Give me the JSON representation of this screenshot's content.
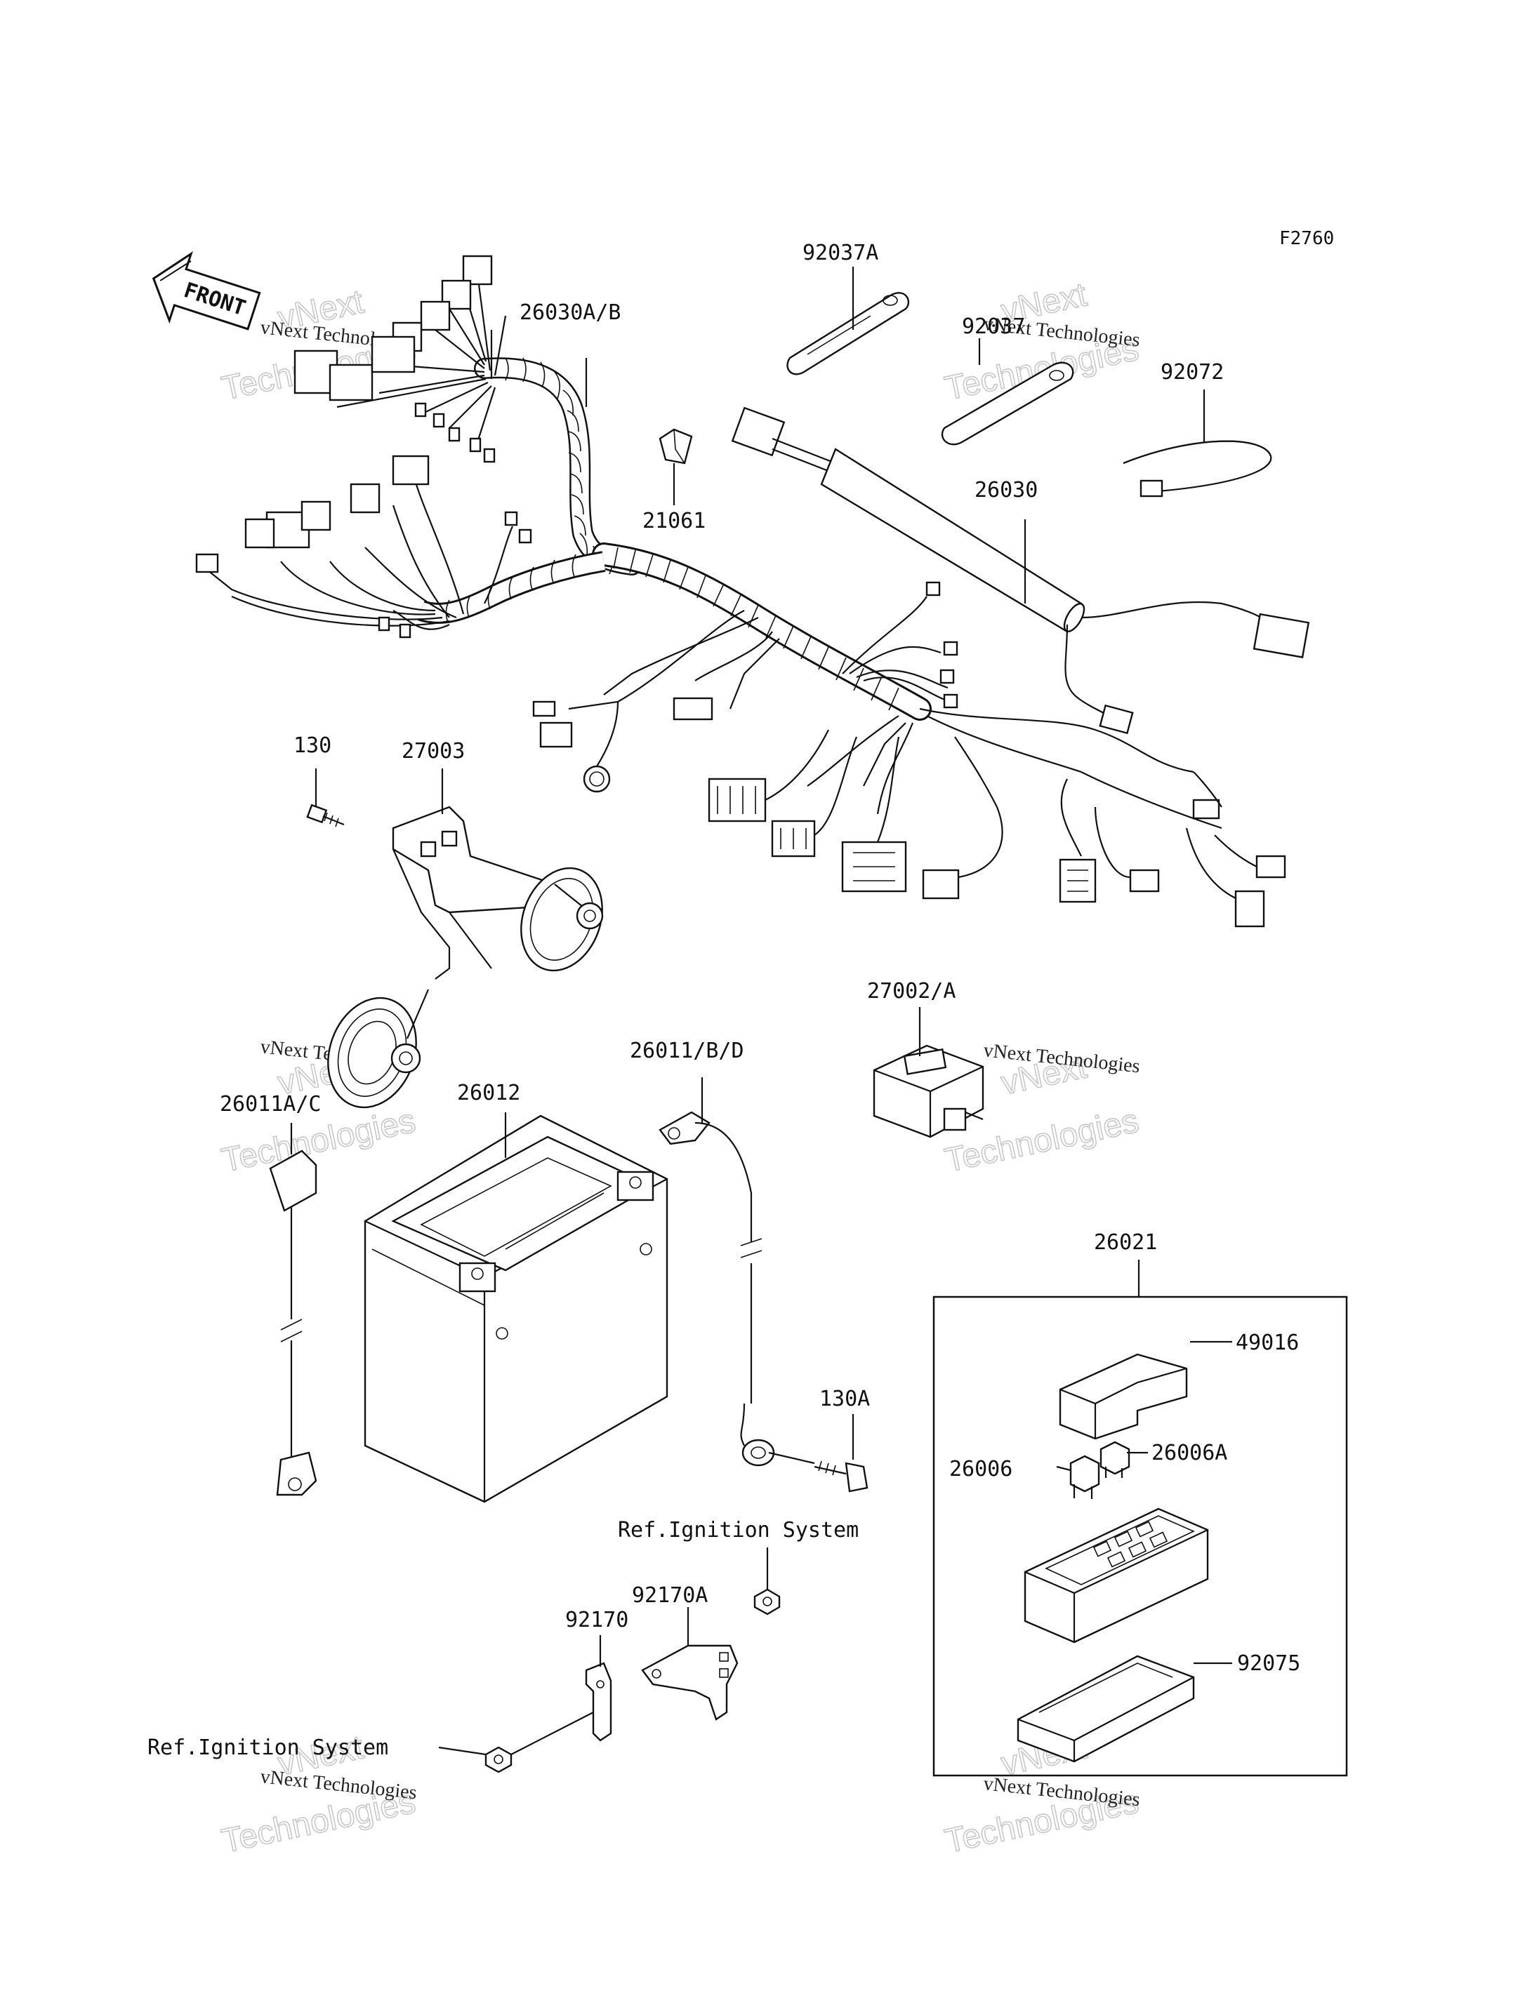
{
  "figure_code": "F2760",
  "front_label": "FRONT",
  "labels": {
    "l_92037A": "92037A",
    "l_92037": "92037",
    "l_92072": "92072",
    "l_26030AB": "26030A/B",
    "l_21061": "21061",
    "l_26030": "26030",
    "l_130": "130",
    "l_27003": "27003",
    "l_27002A": "27002/A",
    "l_26011BD": "26011/B/D",
    "l_26011AC": "26011A/C",
    "l_26012": "26012",
    "l_130A": "130A",
    "l_26021": "26021",
    "l_49016": "49016",
    "l_26006": "26006",
    "l_26006A": "26006A",
    "l_92075": "92075",
    "l_92170A": "92170A",
    "l_92170": "92170",
    "ref_ignition_1": "Ref.Ignition System",
    "ref_ignition_2": "Ref.Ignition System"
  },
  "watermark": {
    "line1": "vNext Technologies",
    "big1": "vNext",
    "big2": "Technologies"
  }
}
